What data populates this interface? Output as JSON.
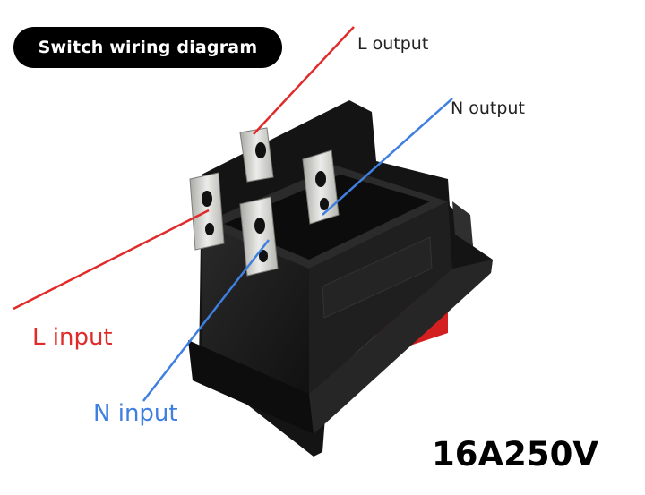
{
  "title": "Switch wiring diagram",
  "labels": {
    "l_output": "L output",
    "n_output": "N output",
    "l_input": "L input",
    "n_input": "N input"
  },
  "rating": "16A250V",
  "colors": {
    "live_wire": "#e02b2b",
    "neutral_wire": "#3f7fe0",
    "switch_body": "#1b1b1b",
    "rocker": "#d31f1f",
    "terminal": "#c9c9c4"
  },
  "icons": [
    "rocker-switch-icon",
    "terminal-icon"
  ]
}
